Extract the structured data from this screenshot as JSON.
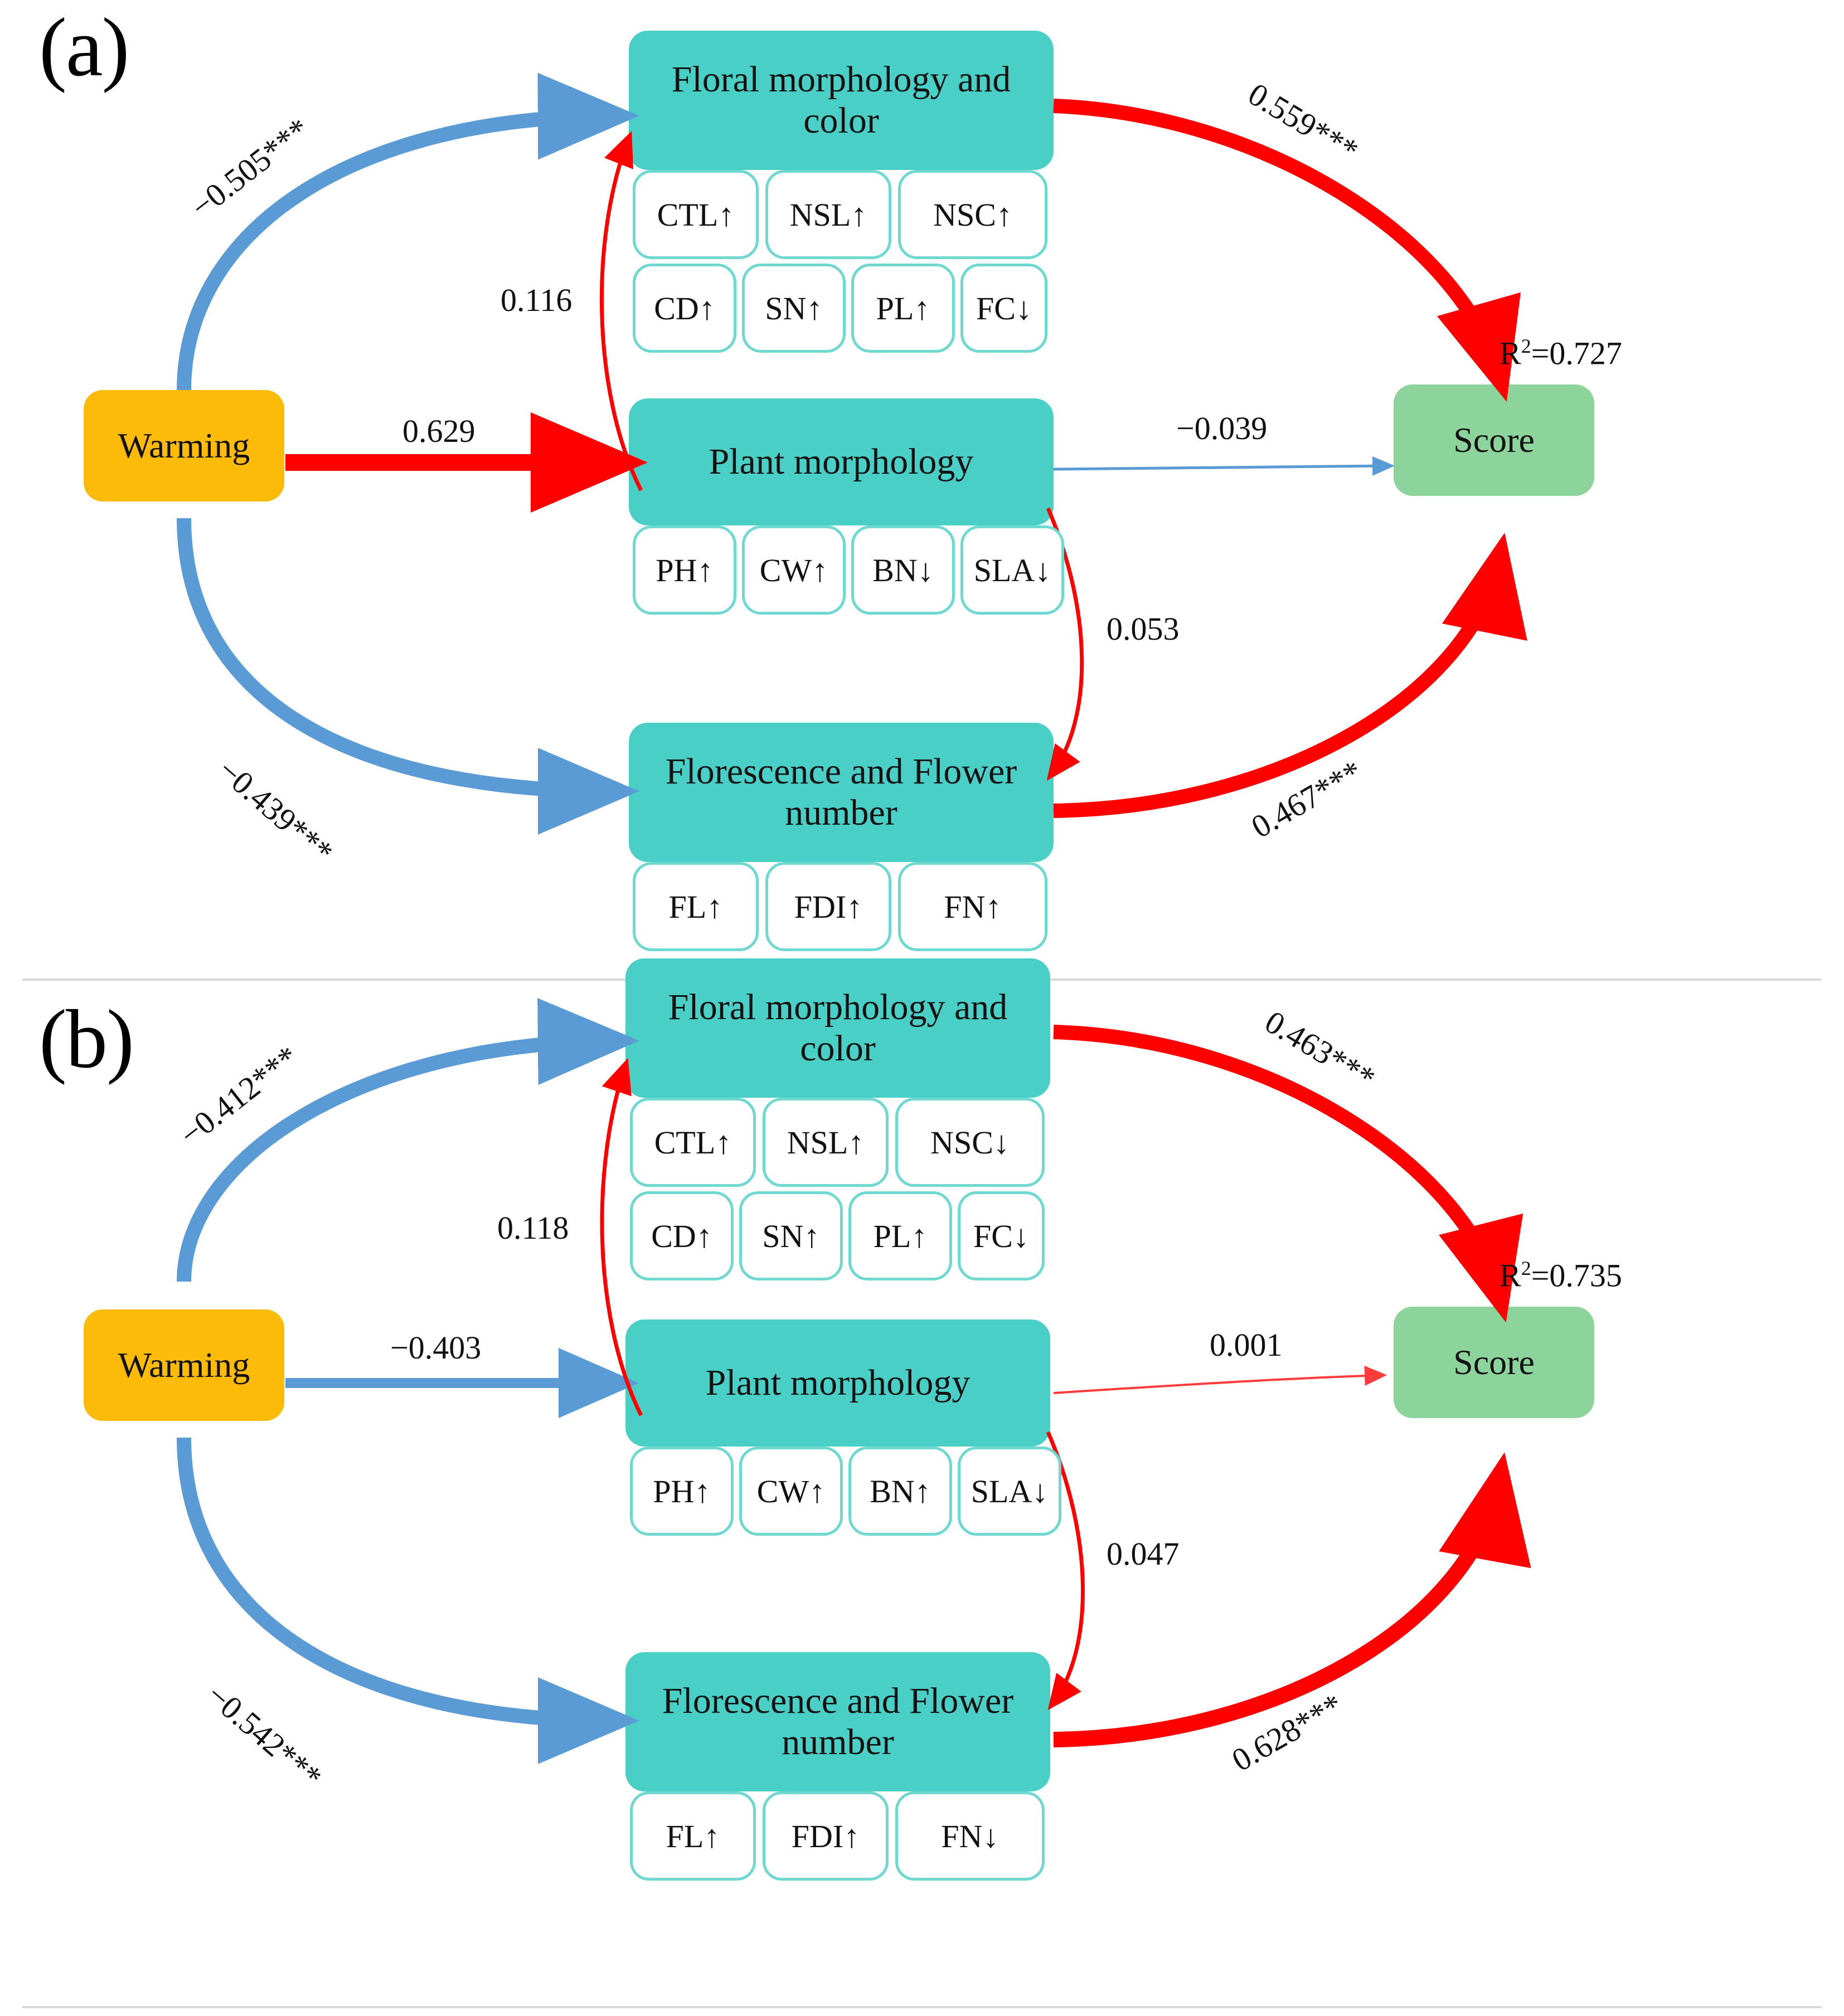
{
  "figure": {
    "type": "structural-equation-model",
    "colors": {
      "latent": "#49CFC6",
      "exogenous": "#FCBA09",
      "outcome": "#8CD49C",
      "positive_path": "#FF0000",
      "negative_path": "#5B9BD5",
      "chip_border": "#6FD8D0",
      "divider": "#D9D9D9"
    }
  },
  "panels": [
    {
      "label": "(a)",
      "nodes": {
        "exogenous": "Warming",
        "outcome": "Score",
        "floral": "Floral morphology and color",
        "plant": "Plant morphology",
        "florescence": "Florescence and Flower number"
      },
      "indicators": {
        "floral_row1": [
          "CTL↑",
          "NSL↑",
          "NSC↑"
        ],
        "floral_row2": [
          "CD↑",
          "SN↑",
          "PL↑",
          "FC↓"
        ],
        "plant_row": [
          "PH↑",
          "CW↑",
          "BN↓",
          "SLA↓"
        ],
        "florescence_row": [
          "FL↑",
          "FDI↑",
          "FN↑"
        ]
      },
      "paths": [
        {
          "from": "Warming",
          "to": "Floral morphology and color",
          "label": "−0.505***",
          "sign": "negative",
          "weight": "thick"
        },
        {
          "from": "Warming",
          "to": "Plant morphology",
          "label": "0.629",
          "sign": "positive",
          "weight": "thick"
        },
        {
          "from": "Warming",
          "to": "Florescence and Flower number",
          "label": "−0.439***",
          "sign": "negative",
          "weight": "thick"
        },
        {
          "from": "Plant morphology",
          "to": "Floral morphology and color",
          "label": "0.116",
          "sign": "positive",
          "weight": "thin"
        },
        {
          "from": "Plant morphology",
          "to": "Florescence and Flower number",
          "label": "0.053",
          "sign": "positive",
          "weight": "thin"
        },
        {
          "from": "Floral morphology and color",
          "to": "Score",
          "label": "0.559***",
          "sign": "positive",
          "weight": "thick"
        },
        {
          "from": "Plant morphology",
          "to": "Score",
          "label": "−0.039",
          "sign": "negative",
          "weight": "thin"
        },
        {
          "from": "Florescence and Flower number",
          "to": "Score",
          "label": "0.467***",
          "sign": "positive",
          "weight": "thick"
        }
      ],
      "r_squared": "R²=0.727",
      "r_squared_value": 0.727
    },
    {
      "label": "(b)",
      "nodes": {
        "exogenous": "Warming",
        "outcome": "Score",
        "floral": "Floral morphology and color",
        "plant": "Plant morphology",
        "florescence": "Florescence and Flower number"
      },
      "indicators": {
        "floral_row1": [
          "CTL↑",
          "NSL↑",
          "NSC↓"
        ],
        "floral_row2": [
          "CD↑",
          "SN↑",
          "PL↑",
          "FC↓"
        ],
        "plant_row": [
          "PH↑",
          "CW↑",
          "BN↑",
          "SLA↓"
        ],
        "florescence_row": [
          "FL↑",
          "FDI↑",
          "FN↓"
        ]
      },
      "paths": [
        {
          "from": "Warming",
          "to": "Floral morphology and color",
          "label": "−0.412***",
          "sign": "negative",
          "weight": "thick"
        },
        {
          "from": "Warming",
          "to": "Plant morphology",
          "label": "−0.403",
          "sign": "negative",
          "weight": "medium"
        },
        {
          "from": "Warming",
          "to": "Florescence and Flower number",
          "label": "−0.542***",
          "sign": "negative",
          "weight": "thick"
        },
        {
          "from": "Plant morphology",
          "to": "Floral morphology and color",
          "label": "0.118",
          "sign": "positive",
          "weight": "thin"
        },
        {
          "from": "Plant morphology",
          "to": "Florescence and Flower number",
          "label": "0.047",
          "sign": "positive",
          "weight": "thin"
        },
        {
          "from": "Floral morphology and color",
          "to": "Score",
          "label": "0.463***",
          "sign": "positive",
          "weight": "thick"
        },
        {
          "from": "Plant morphology",
          "to": "Score",
          "label": "0.001",
          "sign": "positive",
          "weight": "thin"
        },
        {
          "from": "Florescence and Flower number",
          "to": "Score",
          "label": "0.628***",
          "sign": "positive",
          "weight": "thick"
        }
      ],
      "r_squared": "R²=0.735",
      "r_squared_value": 0.735
    }
  ]
}
